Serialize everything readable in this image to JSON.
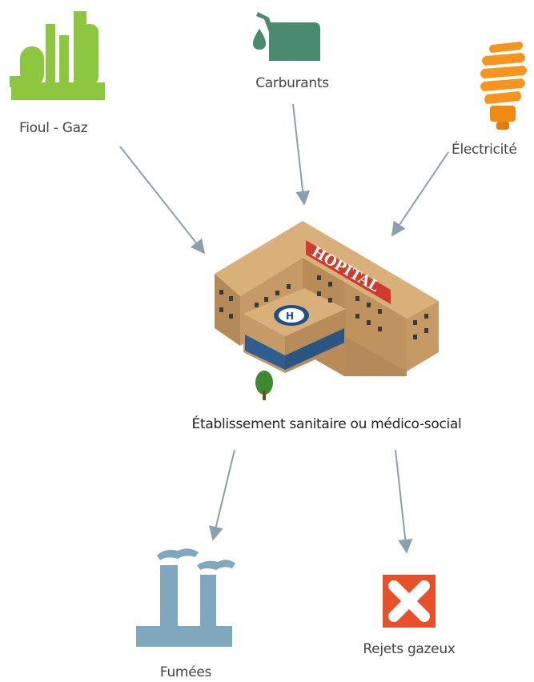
{
  "nodes": {
    "fioul_gaz": {
      "label": "Fioul - Gaz",
      "icon": "refinery-icon",
      "color": "#8dc63f"
    },
    "carburants": {
      "label": "Carburants",
      "icon": "fuel-can-icon",
      "color": "#4a8a6e"
    },
    "electricite": {
      "label": "Électricité",
      "icon": "light-bulb-icon",
      "color": "#f7941d"
    },
    "etablissement": {
      "label": "Établissement sanitaire ou médico-social",
      "icon": "hospital-icon",
      "sign": "HOPITAL"
    },
    "fumees": {
      "label": "Fumées",
      "icon": "smokestack-icon",
      "color": "#7fa8bf"
    },
    "rejets": {
      "label": "Rejets gazeux",
      "icon": "cross-icon",
      "color": "#e8502a"
    }
  },
  "arrows": [
    {
      "from": "fioul_gaz",
      "to": "etablissement"
    },
    {
      "from": "carburants",
      "to": "etablissement"
    },
    {
      "from": "electricite",
      "to": "etablissement"
    },
    {
      "from": "etablissement",
      "to": "fumees"
    },
    {
      "from": "etablissement",
      "to": "rejets"
    }
  ],
  "arrow_color": "#8a9fb0"
}
